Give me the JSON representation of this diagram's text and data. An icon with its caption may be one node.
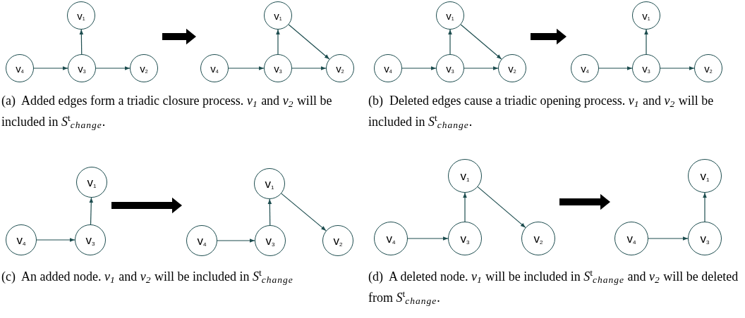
{
  "diagram": {
    "nodes": [
      {
        "text": [],
        "shape": "graph"
      },
      {
        "text": [
          "v$_{1}$"
        ],
        "in": 0
      },
      {
        "text": [
          "v$_{4}$"
        ],
        "in": 0
      },
      {
        "text": [
          "v$_{3}$"
        ],
        "in": 0
      },
      {
        "text": [
          "v$_{2}$"
        ],
        "in": 0
      },
      {
        "text": [],
        "shape": "graph"
      },
      {
        "text": [
          "v$_{1}$"
        ],
        "in": 5
      },
      {
        "text": [
          "v$_{4}$"
        ],
        "in": 5
      },
      {
        "text": [
          "v$_{3}$"
        ],
        "in": 5
      },
      {
        "text": [
          "v$_{2}$"
        ],
        "in": 5
      },
      {
        "text": [],
        "shape": "graph"
      },
      {
        "text": [
          "v$_{1}$"
        ],
        "in": 10
      },
      {
        "text": [
          "v$_{4}$"
        ],
        "in": 10
      },
      {
        "text": [
          "v$_{3}$"
        ],
        "in": 10
      },
      {
        "text": [
          "v$_{2}$"
        ],
        "in": 10
      },
      {
        "text": [],
        "shape": "graph"
      },
      {
        "text": [
          "v$_{1}$"
        ],
        "in": 15
      },
      {
        "text": [
          "v$_{4}$"
        ],
        "in": 15
      },
      {
        "text": [
          "v$_{3}$"
        ],
        "in": 15
      },
      {
        "text": [
          "v$_{2}$"
        ],
        "in": 15
      },
      {
        "text": [],
        "shape": "graph"
      },
      {
        "text": [
          "v$_{1}$"
        ],
        "in": 20
      },
      {
        "text": [
          "v$_{4}$"
        ],
        "in": 20
      },
      {
        "text": [
          "v$_{3}$"
        ],
        "in": 20
      },
      {
        "text": [],
        "shape": "graph"
      },
      {
        "text": [
          "v$_{1}$"
        ],
        "in": 24
      },
      {
        "text": [
          "v$_{4}$"
        ],
        "in": 24
      },
      {
        "text": [
          "v$_{3}$"
        ],
        "in": 24
      },
      {
        "text": [
          "v$_{2}$"
        ],
        "in": 24
      },
      {
        "text": [],
        "shape": "graph"
      },
      {
        "text": [
          "v$_{1}$"
        ],
        "in": 29
      },
      {
        "text": [
          "v$_{4}$"
        ],
        "in": 29
      },
      {
        "text": [
          "v$_{3}$"
        ],
        "in": 29
      },
      {
        "text": [
          "v$_{2}$"
        ],
        "in": 29
      },
      {
        "text": [],
        "shape": "graph"
      },
      {
        "text": [
          "v$_{1}$"
        ],
        "in": 34
      },
      {
        "text": [
          "v$_{4}$"
        ],
        "in": 34
      },
      {
        "text": [
          "v$_{3}$"
        ],
        "in": 34
      }
    ],
    "edges": [
      {
        "from": 2,
        "to": 3,
        "arrow": "to"
      },
      {
        "from": 3,
        "to": 1,
        "arrow": "to"
      },
      {
        "from": 3,
        "to": 4,
        "arrow": "to"
      },
      {
        "from": 7,
        "to": 8,
        "arrow": "to"
      },
      {
        "from": 8,
        "to": 6,
        "arrow": "to"
      },
      {
        "from": 8,
        "to": 9,
        "arrow": "to"
      },
      {
        "from": 6,
        "to": 9,
        "arrow": "to"
      },
      {
        "from": 12,
        "to": 13,
        "arrow": "to"
      },
      {
        "from": 13,
        "to": 11,
        "arrow": "to"
      },
      {
        "from": 13,
        "to": 14,
        "arrow": "to"
      },
      {
        "from": 11,
        "to": 14,
        "arrow": "to"
      },
      {
        "from": 17,
        "to": 18,
        "arrow": "to"
      },
      {
        "from": 18,
        "to": 16,
        "arrow": "to"
      },
      {
        "from": 18,
        "to": 19,
        "arrow": "to"
      },
      {
        "from": 22,
        "to": 23,
        "arrow": "to"
      },
      {
        "from": 23,
        "to": 21,
        "arrow": "to"
      },
      {
        "from": 26,
        "to": 27,
        "arrow": "to"
      },
      {
        "from": 27,
        "to": 25,
        "arrow": "to"
      },
      {
        "from": 25,
        "to": 28,
        "arrow": "to"
      },
      {
        "from": 31,
        "to": 32,
        "arrow": "to"
      },
      {
        "from": 32,
        "to": 30,
        "arrow": "to"
      },
      {
        "from": 30,
        "to": 33,
        "arrow": "to"
      },
      {
        "from": 36,
        "to": 37,
        "arrow": "to"
      },
      {
        "from": 37,
        "to": 35,
        "arrow": "to"
      },
      {
        "from": 0,
        "to": 5,
        "arrow": "to",
        "style": "thick",
        "color": "#000000"
      },
      {
        "from": 10,
        "to": 15,
        "arrow": "to",
        "style": "thick",
        "color": "#000000"
      },
      {
        "from": 20,
        "to": 24,
        "arrow": "to",
        "style": "thick",
        "color": "#000000"
      },
      {
        "from": 29,
        "to": 34,
        "arrow": "to",
        "style": "thick",
        "color": "#000000"
      }
    ],
    "labels": [
      "(a)  Added edges form a triadic closure process. *v*$_{1}$ and *v*$_{2}$ will be included in *S*$^{t}$$_{change}$.",
      "(b)  Deleted edges cause a triadic opening process. *v*$_{1}$ and *v*$_{2}$ will be included in *S*$^{t}$$_{change}$.",
      "(c)  An added node. *v*$_{1}$ and *v*$_{2}$ will be included in *S*$^{t}$$_{change}$",
      "(d)  A deleted node. *v*$_{1}$ will be included in *S*$^{t}$$_{change}$ and *v*$_{2}$ will be deleted from *S*$^{t}$$_{change}$."
    ]
  }
}
